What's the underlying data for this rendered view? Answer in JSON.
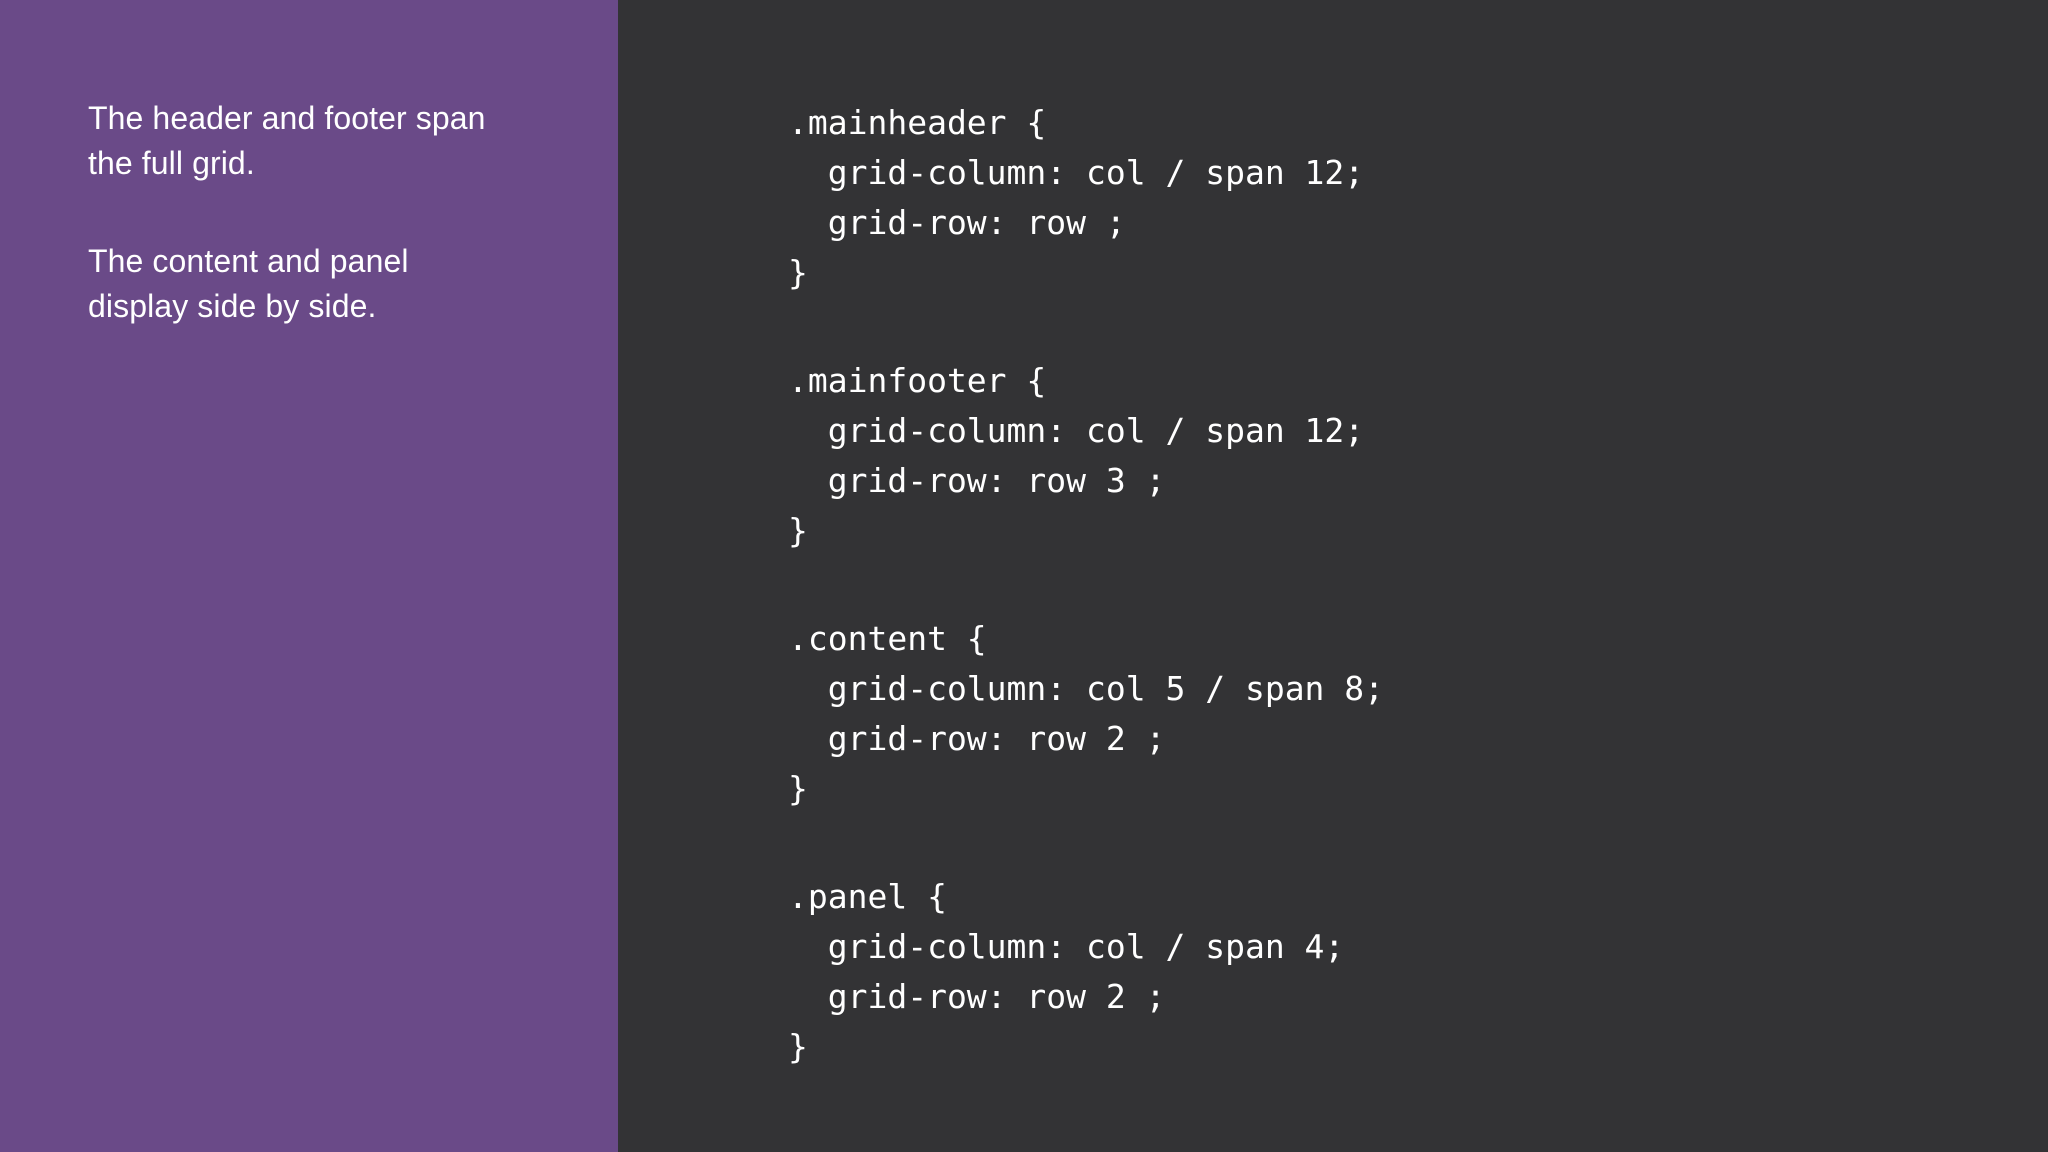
{
  "slide": {
    "background_dark": "#333335",
    "background_purple": "#6A4A88",
    "text_color": "#FFFFFF"
  },
  "left_pane": {
    "notes": [
      "The header and footer span the full grid.",
      "The content and panel display side by side."
    ]
  },
  "code_pane": {
    "language": "css",
    "blocks": [
      {
        "selector": ".mainheader {",
        "declarations": [
          "  grid-column: col / span 12;",
          "  grid-row: row ;"
        ],
        "close": "}"
      },
      {
        "selector": ".mainfooter {",
        "declarations": [
          "  grid-column: col / span 12;",
          "  grid-row: row 3 ;"
        ],
        "close": "}"
      },
      {
        "selector": ".content {",
        "declarations": [
          "  grid-column: col 5 / span 8;",
          "  grid-row: row 2 ;"
        ],
        "close": "}"
      },
      {
        "selector": ".panel {",
        "declarations": [
          "  grid-column: col / span 4;",
          "  grid-row: row 2 ;"
        ],
        "close": "}"
      }
    ]
  }
}
